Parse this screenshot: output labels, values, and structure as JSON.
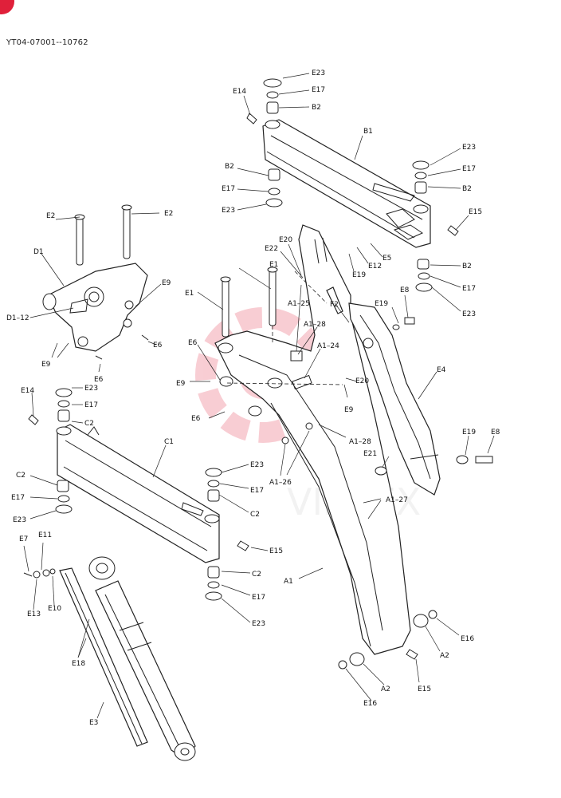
{
  "document": {
    "code": "YT04-07001--10762",
    "watermark_text": "VIHTEX",
    "accent_color": "#e0203a"
  },
  "callouts": {
    "E23_top": "E23",
    "E17_top": "E17",
    "B2_top": "B2",
    "E14_b": "E14",
    "B1": "B1",
    "E23_b_right": "E23",
    "E17_b_right": "E17",
    "B2_b_right": "B2",
    "E15_b": "E15",
    "B2_left": "B2",
    "E17_left": "E17",
    "E23_left": "E23",
    "E20_a": "E20",
    "E22": "E22",
    "E19_a": "E19",
    "E12": "E12",
    "E5": "E5",
    "B2_low": "B2",
    "E17_low": "E17",
    "E23_low": "E23",
    "E2_left": "E2",
    "E2_right": "E2",
    "D1": "D1",
    "E9_a": "E9",
    "D1_12": "D1–12",
    "E9_b": "E9",
    "E6_a": "E6",
    "E6_b": "E6",
    "E1_top": "E1",
    "E1_left": "E1",
    "A1_25": "A1–25",
    "A1_28_top": "A1–28",
    "A1_24": "A1–24",
    "F2": "F2",
    "E19_b": "E19",
    "E8_a": "E8",
    "E6_c": "E6",
    "E9_c": "E9",
    "E20_b": "E20",
    "E9_d": "E9",
    "E6_d": "E6",
    "E4": "E4",
    "E14_c": "E14",
    "E23_c": "E23",
    "E17_c": "E17",
    "C2_a": "C2",
    "C1": "C1",
    "C2_b": "C2",
    "E17_c2": "E17",
    "E23_c2": "E23",
    "A1_28_low": "A1–28",
    "A1_26": "A1–26",
    "E21": "E21",
    "E19_c": "E19",
    "E8_b": "E8",
    "E23_d": "E23",
    "E17_d": "E17",
    "C2_c": "C2",
    "A1_27": "A1–27",
    "E15_c": "E15",
    "C2_d": "C2",
    "E17_d2": "E17",
    "E23_d2": "E23",
    "E7": "E7",
    "E11": "E11",
    "E13": "E13",
    "E10": "E10",
    "E18": "E18",
    "E3": "E3",
    "A1": "A1",
    "E16_a": "E16",
    "A2_a": "A2",
    "A2_b": "A2",
    "E15_d": "E15",
    "E16_b": "E16"
  }
}
